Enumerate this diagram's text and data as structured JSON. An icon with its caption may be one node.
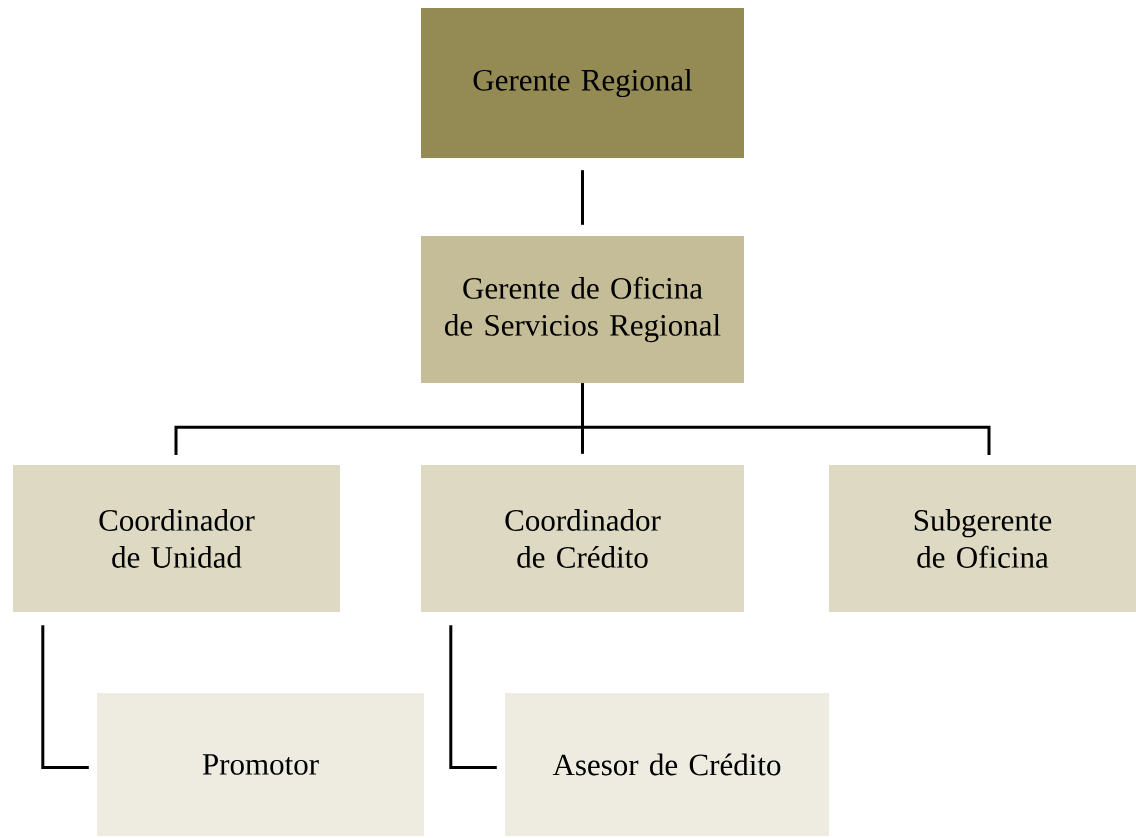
{
  "diagram": {
    "nodes": [
      {
        "text": [
          "Gerente Regional"
        ]
      },
      {
        "text": [
          "Gerente de Oficina de Servicios Regional"
        ]
      },
      {
        "text": [
          "Coordinador de Unidad"
        ]
      },
      {
        "text": [
          "Coordinador de Crédito"
        ]
      },
      {
        "text": [
          "Subgerente de Oficina"
        ]
      },
      {
        "text": [
          "Promotor"
        ]
      },
      {
        "text": [
          "Asesor de Crédito"
        ]
      }
    ],
    "edges": [
      {
        "from": 0,
        "to": 1,
        "arrow": "none"
      },
      {
        "from": 1,
        "to": 2,
        "arrow": "none"
      },
      {
        "from": 1,
        "to": 3,
        "arrow": "none"
      },
      {
        "from": 1,
        "to": 4,
        "arrow": "none"
      },
      {
        "from": 2,
        "to": 5,
        "arrow": "none"
      },
      {
        "from": 3,
        "to": 6,
        "arrow": "none"
      }
    ]
  }
}
